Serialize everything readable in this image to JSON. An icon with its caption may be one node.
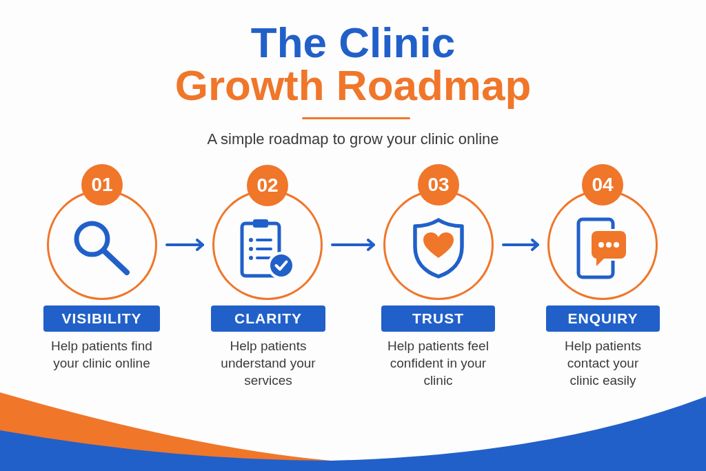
{
  "diagram": {
    "title": "The Clinic Growth Roadmap",
    "nodes": [
      {
        "text": [
          "01"
        ]
      },
      {
        "text": [],
        "shape": "circle"
      },
      {
        "text": [
          "VISIBILITY"
        ],
        "beside": [
          "Help patients find your clinic online"
        ]
      },
      {
        "text": [
          "02"
        ]
      },
      {
        "text": [],
        "shape": "circle"
      },
      {
        "text": [
          "CLARITY"
        ],
        "beside": [
          "Help patients understand your services"
        ]
      },
      {
        "text": [
          "03"
        ]
      },
      {
        "text": [],
        "shape": "circle"
      },
      {
        "text": [
          "TRUST"
        ],
        "beside": [
          "Help patients feel confident in your clinic"
        ]
      },
      {
        "text": [
          "04"
        ]
      },
      {
        "text": [],
        "shape": "circle"
      },
      {
        "text": [
          "ENQUIRY"
        ],
        "beside": [
          "Help patients contact your clinic easily"
        ]
      }
    ],
    "edges": [
      {
        "from": 1,
        "to": 4,
        "arrow": "to"
      },
      {
        "from": 4,
        "to": 7,
        "arrow": "to"
      },
      {
        "from": 7,
        "to": 10,
        "arrow": "to"
      }
    ],
    "labels": [
      "A simple roadmap to grow your clinic online"
    ]
  }
}
